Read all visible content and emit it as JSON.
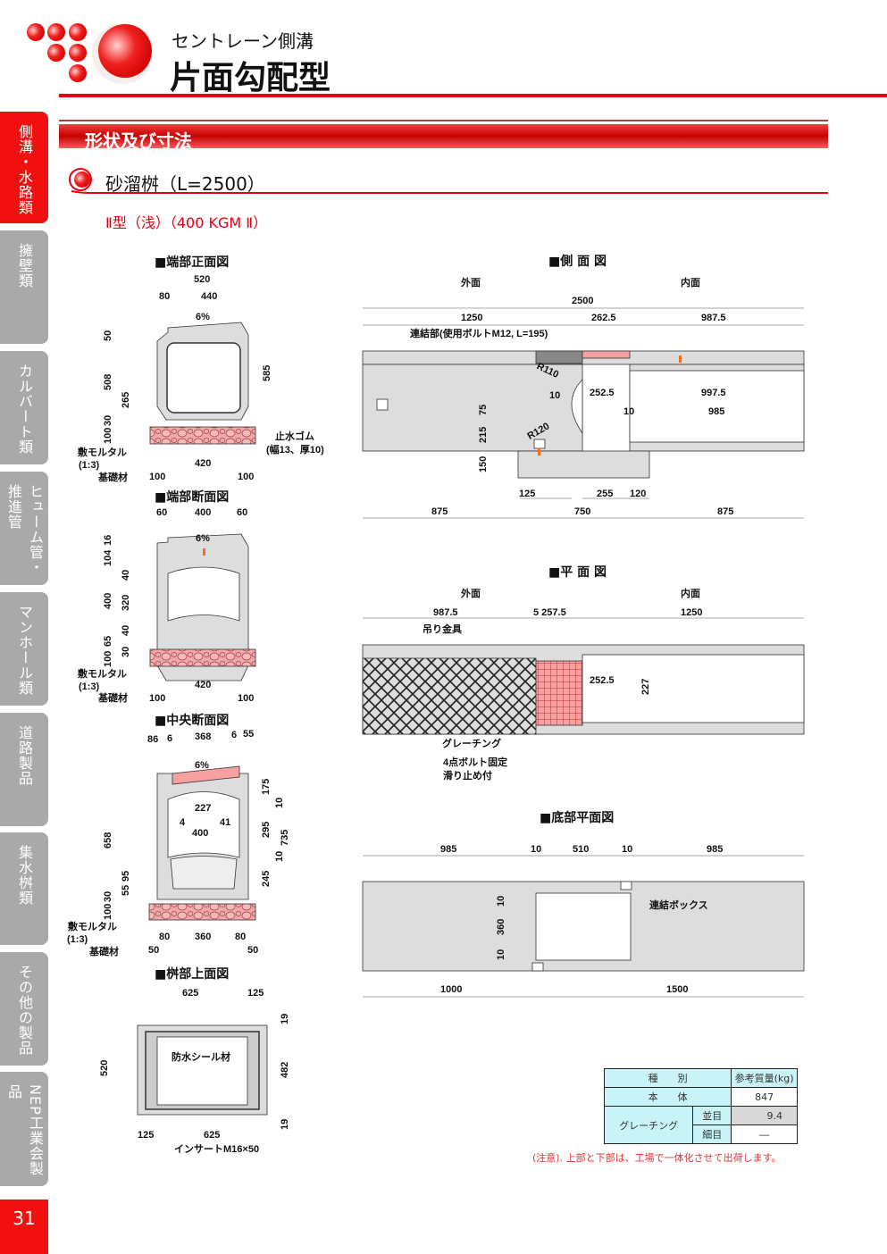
{
  "header": {
    "subtitle": "セントレーン側溝",
    "title": "片面勾配型"
  },
  "section_bar": "形状及び寸法",
  "product": "砂溜桝（L=2500）",
  "type": "Ⅱ型（浅）（400 KGM Ⅱ）",
  "colors": {
    "accent": "#e60012",
    "tab_gray": "#a9a9a9",
    "table_header": "#c8f4f8",
    "foundation": "#f0a0a0"
  },
  "sidebar": {
    "items": [
      {
        "label": "側溝・水路類",
        "active": true
      },
      {
        "label": "擁壁類"
      },
      {
        "label": "カルバート類"
      },
      {
        "label": "ヒューム管・推進管"
      },
      {
        "label": "マンホール類"
      },
      {
        "label": "道路製品"
      },
      {
        "label": "集水桝類"
      },
      {
        "label": "その他の製品"
      },
      {
        "label": "NEP工業会製品"
      }
    ],
    "page": "31"
  },
  "end_front": {
    "title": "■端部正面図",
    "dims": [
      "520",
      "80",
      "440",
      "6%",
      "50",
      "508",
      "265",
      "30",
      "100",
      "585",
      "420",
      "100",
      "100"
    ],
    "labels": [
      "止水ゴム",
      "(幅13、厚10)",
      "敷モルタル",
      "(1:3)",
      "基礎材"
    ]
  },
  "end_section": {
    "title": "■端部断面図",
    "dims": [
      "60",
      "400",
      "60",
      "6%",
      "16",
      "104",
      "40",
      "400",
      "320",
      "40",
      "65",
      "30",
      "100",
      "420",
      "100",
      "100"
    ],
    "labels": [
      "敷モルタル",
      "(1:3)",
      "基礎材"
    ]
  },
  "center_section": {
    "title": "■中央断面図",
    "dims": [
      "86",
      "6",
      "368",
      "6",
      "55",
      "6%",
      "227",
      "4",
      "41",
      "400",
      "175",
      "10",
      "295",
      "10",
      "735",
      "245",
      "658",
      "95",
      "55",
      "30",
      "100",
      "80",
      "360",
      "80",
      "50",
      "50"
    ],
    "labels": [
      "敷モルタル",
      "(1:3)",
      "基礎材"
    ]
  },
  "basin_top": {
    "title": "■桝部上面図",
    "dims": [
      "625",
      "125",
      "19",
      "482",
      "19",
      "520",
      "125",
      "625"
    ],
    "labels": [
      "防水シール材",
      "インサートM16×50"
    ]
  },
  "side_view": {
    "title": "■側 面 図",
    "outer": "外面",
    "inner": "内面",
    "dims": [
      "2500",
      "1250",
      "262.5",
      "987.5",
      "R110",
      "10",
      "252.5",
      "997.5",
      "10",
      "985",
      "75",
      "R120",
      "215",
      "150",
      "125",
      "255",
      "120",
      "875",
      "750",
      "875"
    ],
    "labels": [
      "連結部(使用ボルトM12, L=195)"
    ]
  },
  "plan_view": {
    "title": "■平 面 図",
    "outer": "外面",
    "inner": "内面",
    "dims": [
      "987.5",
      "5 257.5",
      "1250",
      "252.5",
      "227"
    ],
    "labels": [
      "吊り金具",
      "グレーチング",
      "4点ボルト固定",
      "滑り止め付"
    ]
  },
  "bottom_plan": {
    "title": "■底部平面図",
    "dims": [
      "985",
      "10",
      "510",
      "10",
      "985",
      "10",
      "360",
      "10",
      "1000",
      "1500"
    ],
    "labels": [
      "連結ボックス"
    ]
  },
  "weight_table": {
    "headers": [
      "種　　別",
      "参考質量(kg)"
    ],
    "rows": [
      {
        "name": "本　　体",
        "value": "847"
      },
      {
        "group": "グレーチング",
        "name": "並目",
        "value": "9.4"
      },
      {
        "name": "細目",
        "value": "―"
      }
    ]
  },
  "note": "(注意). 上部と下部は、工場で一体化させて出荷します。"
}
